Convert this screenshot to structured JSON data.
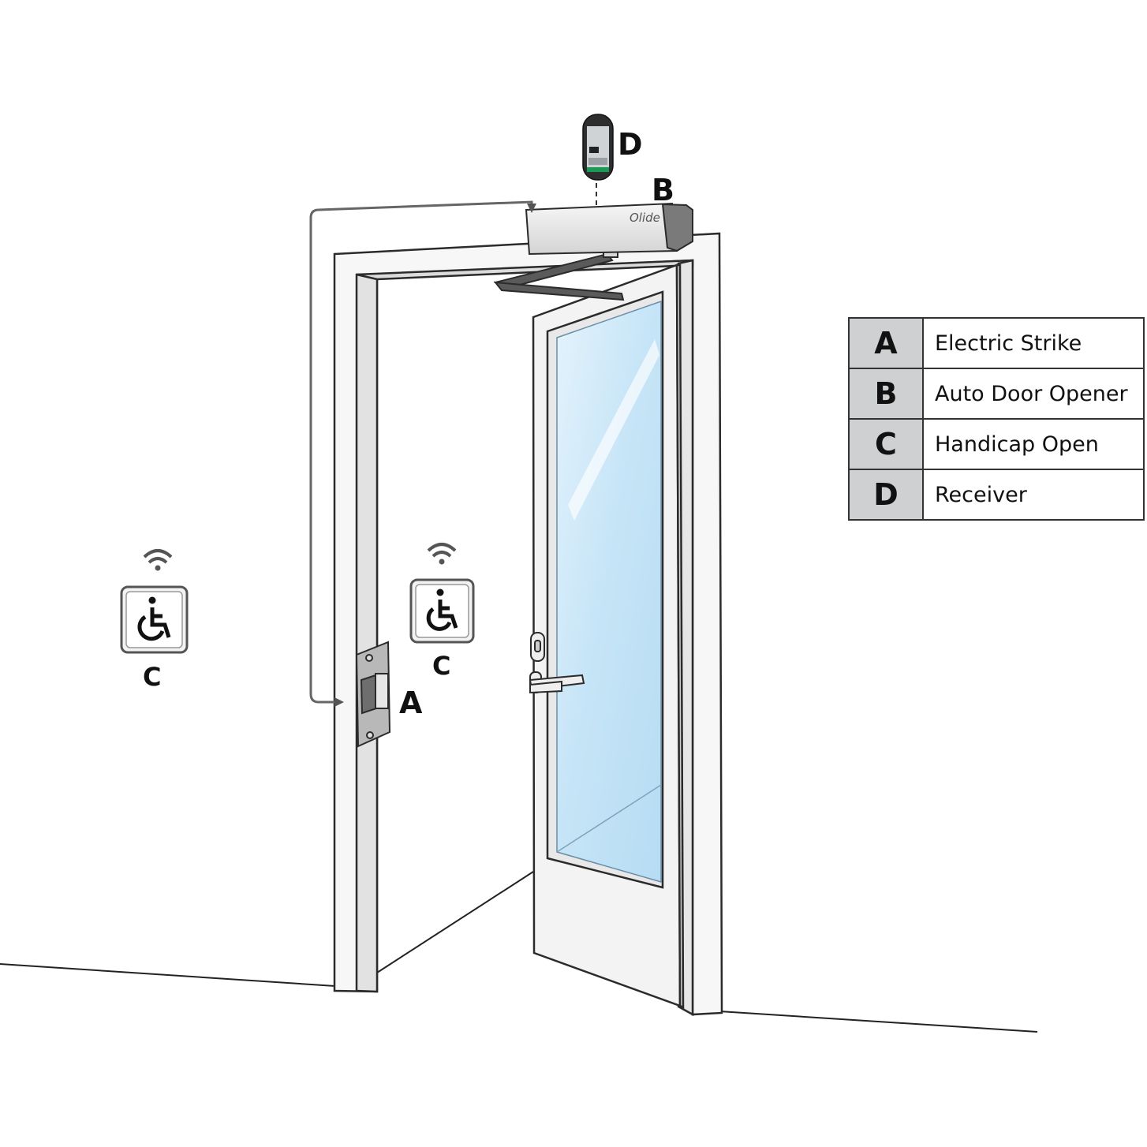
{
  "brand_logo": "Olide",
  "callouts": {
    "a": "A",
    "b": "B",
    "c_left": "C",
    "c_right": "C",
    "d": "D"
  },
  "legend": [
    {
      "key": "A",
      "label": "Electric Strike"
    },
    {
      "key": "B",
      "label": "Auto Door Opener"
    },
    {
      "key": "C",
      "label": "Handicap Open"
    },
    {
      "key": "D",
      "label": "Receiver"
    }
  ],
  "colors": {
    "glass": "#c9e6f7",
    "frame_outline": "#2b2b2b",
    "opener_body": "#ececec",
    "legend_key_bg": "#cfd0d2",
    "wire": "#666666"
  }
}
